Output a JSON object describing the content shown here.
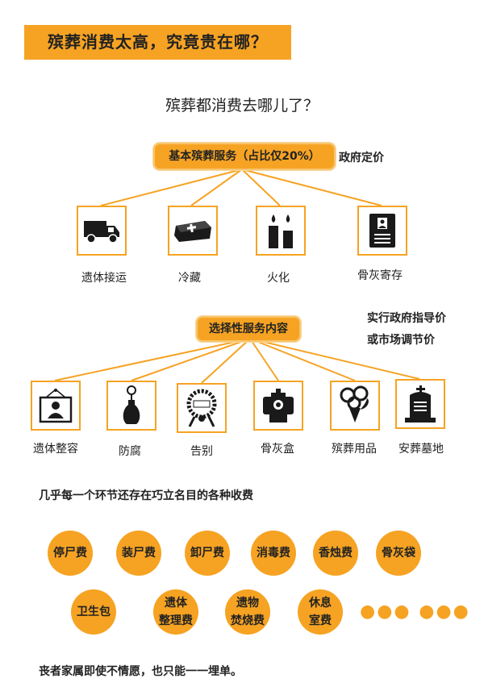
{
  "title": "殡葬消费太高，究竟贵在哪？",
  "heading": "殡葬都消费去哪儿了？",
  "basic": {
    "pill": "基本殡葬服务（占比仅20%）",
    "note": "政府定价",
    "items": [
      {
        "label": "遗体接运",
        "icon": "hearse-icon"
      },
      {
        "label": "冷藏",
        "icon": "coffin-icon"
      },
      {
        "label": "火化",
        "icon": "candles-icon"
      },
      {
        "label": "骨灰寄存",
        "icon": "memorial-tablet-icon"
      }
    ]
  },
  "optional": {
    "pill": "选择性服务内容",
    "note_line1": "实行政府指导价",
    "note_line2": "或市场调节价",
    "items": [
      {
        "label": "遗体整容",
        "icon": "portrait-frame-icon"
      },
      {
        "label": "防腐",
        "icon": "vase-icon"
      },
      {
        "label": "告别",
        "icon": "wreath-icon"
      },
      {
        "label": "骨灰盒",
        "icon": "urn-icon"
      },
      {
        "label": "殡葬用品",
        "icon": "flower-bouquet-icon"
      },
      {
        "label": "安葬墓地",
        "icon": "tombstone-icon"
      }
    ]
  },
  "fees_intro": "几乎每一个环节还存在巧立名目的各种收费",
  "fees_row1": [
    "停尸费",
    "装尸费",
    "卸尸费",
    "消毒费",
    "香烛费",
    "骨灰袋"
  ],
  "fees_row2": [
    {
      "l1": "卫生包",
      "l2": ""
    },
    {
      "l1": "遗体",
      "l2": "整理费"
    },
    {
      "l1": "遗物",
      "l2": "焚烧费"
    },
    {
      "l1": "休息",
      "l2": "室费"
    }
  ],
  "ellipsis": "●●● ●●●",
  "footer": "丧者家属即使不情愿，也只能一一埋单。",
  "colors": {
    "accent": "#f6a323",
    "icon": "#1a1a1a"
  }
}
